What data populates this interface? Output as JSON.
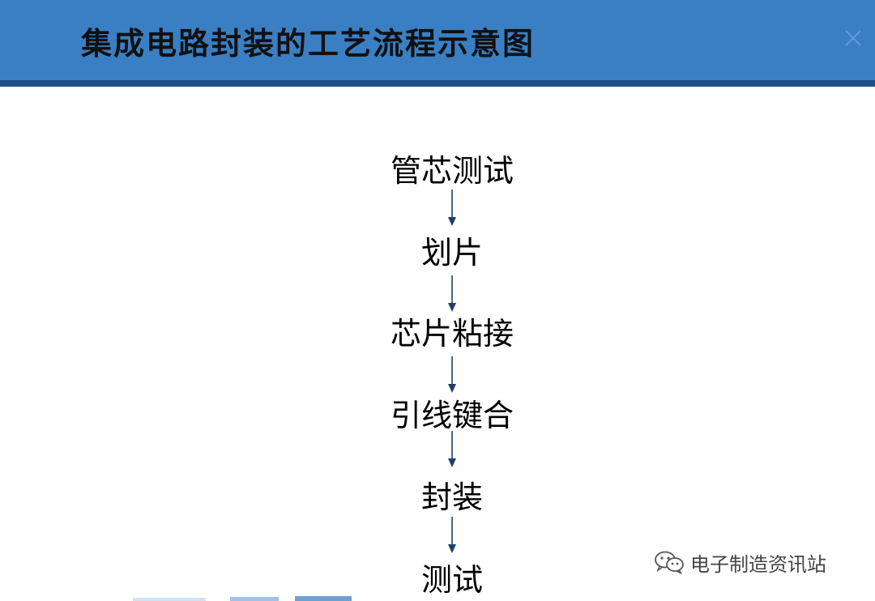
{
  "header": {
    "title": "集成电路封装的工艺流程示意图"
  },
  "flow": {
    "steps": [
      {
        "label": "管芯测试"
      },
      {
        "label": "划片"
      },
      {
        "label": "芯片粘接"
      },
      {
        "label": "引线键合"
      },
      {
        "label": "封装"
      },
      {
        "label": "测试"
      }
    ]
  },
  "watermark": {
    "text": "电子制造资讯站",
    "icon": "wechat-icon"
  },
  "colors": {
    "header_bg": "#3a7fc4",
    "header_rule": "#1f4f86",
    "arrow": "#1f3f66",
    "text": "#000000"
  }
}
